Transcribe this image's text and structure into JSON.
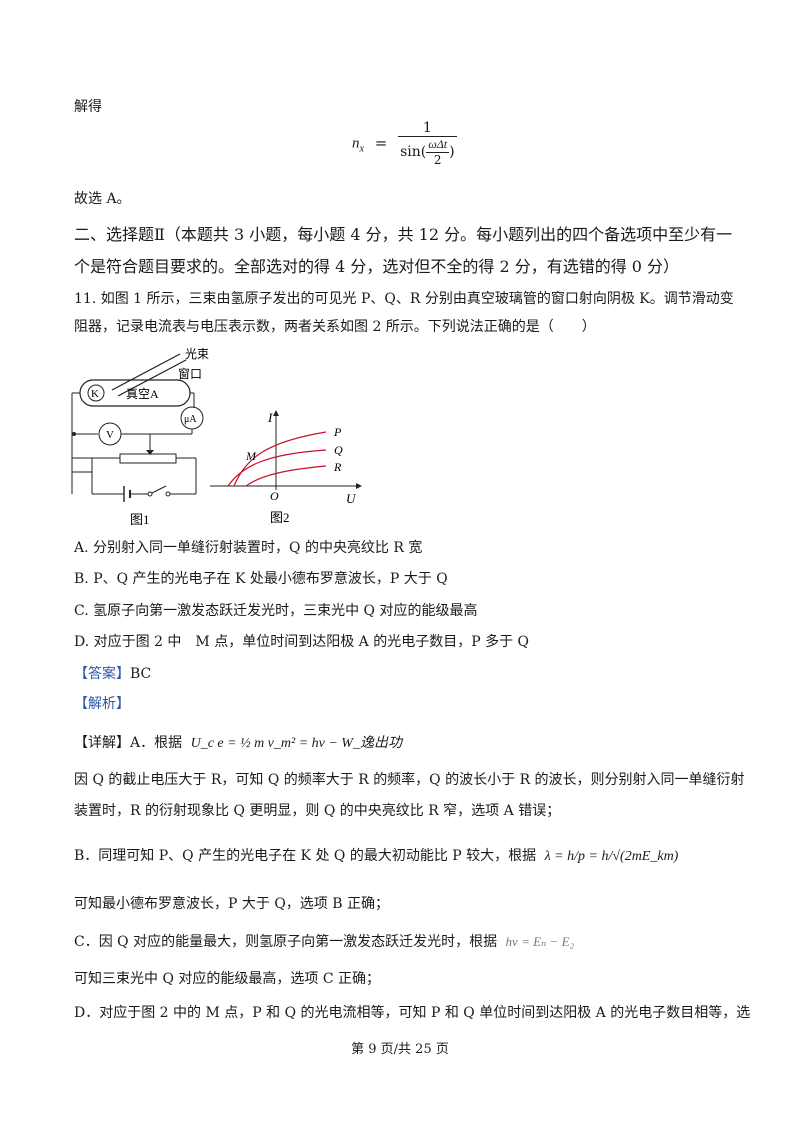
{
  "lines": {
    "l1": "解得",
    "eq1_lhs": "n",
    "eq1_sub": "x",
    "eq1_eq": "=",
    "eq1_num": "1",
    "eq1_den_pre": "sin(",
    "eq1_den_num": "ωΔt",
    "eq1_den_den": "2",
    "eq1_den_post": ")",
    "l2": "故选 A。",
    "section_1": "二、选择题Ⅱ（本题共 3 小题，每小题 4 分，共 12 分。每小题列出的四个备选项中至少有一",
    "section_2": "个是符合题目要求的。全部选对的得 4 分，选对但不全的得 2 分，有选错的得 0 分）",
    "q11_1": "11. 如图 1 所示，三束由氢原子发出的可见光 P、Q、R 分别由真空玻璃管的窗口射向阴极 K。调节滑动变",
    "q11_2": "阻器，记录电流表与电压表示数，两者关系如图 2 所示。下列说法正确的是（　　）",
    "optA": "A. 分别射入同一单缝衍射装置时，Q 的中央亮纹比 R 宽",
    "optB": "B. P、Q 产生的光电子在 K 处最小德布罗意波长，P 大于 Q",
    "optC": "C. 氢原子向第一激发态跃迁发光时，三束光中 Q 对应的能级最高",
    "optD": "D. 对应于图 2 中　M 点，单位时间到达阳极 A 的光电子数目，P 多于 Q",
    "answer_tag": "【答案】",
    "answer_val": "BC",
    "analysis_tag": "【解析】",
    "detail_tag": "【详解】",
    "detail_a": "A．根据",
    "eqA": "U_c e = ½ m v_m² = hν − W_逸出功",
    "exA_1": "因 Q 的截止电压大于 R，可知 Q 的频率大于 R 的频率，Q 的波长小于 R 的波长，则分别射入同一单缝衍射",
    "exA_2": "装置时，R 的衍射现象比 Q 更明显，则 Q 的中央亮纹比 R 窄，选项 A 错误；",
    "exB_1": "B．同理可知 P、Q 产生的光电子在 K 处 Q 的最大初动能比 P 较大，根据",
    "eqB": "λ = h/p = h/√(2mE_km)",
    "exB_2": "可知最小德布罗意波长，P 大于 Q，选项 B 正确；",
    "exC_1": "C．因 Q 对应的能量最大，则氢原子向第一激发态跃迁发光时，根据",
    "eqC": "hν = Eₙ − E₂",
    "exC_2": "可知三束光中 Q 对应的能级最高，选项 C 正确；",
    "exD_1": "D．对应于图 2 中的 M 点，P 和 Q 的光电流相等，可知 P 和 Q 单位时间到达阳极 A 的光电子数目相等，选",
    "footer": "第 9 页/共 25 页"
  },
  "fig1": {
    "caption": "图1",
    "label_beam": "光束",
    "label_window": "窗口",
    "label_K": "K",
    "label_tube": "真空A",
    "label_uA": "μA",
    "label_V": "V"
  },
  "fig2": {
    "caption": "图2",
    "label_I": "I",
    "label_U": "U",
    "label_O": "O",
    "label_M": "M",
    "label_P": "P",
    "label_Q": "Q",
    "label_R": "R"
  },
  "colors": {
    "accent_blue": "#2a5aa8",
    "curve_red": "#c8102e",
    "text": "#1a1a1a"
  }
}
